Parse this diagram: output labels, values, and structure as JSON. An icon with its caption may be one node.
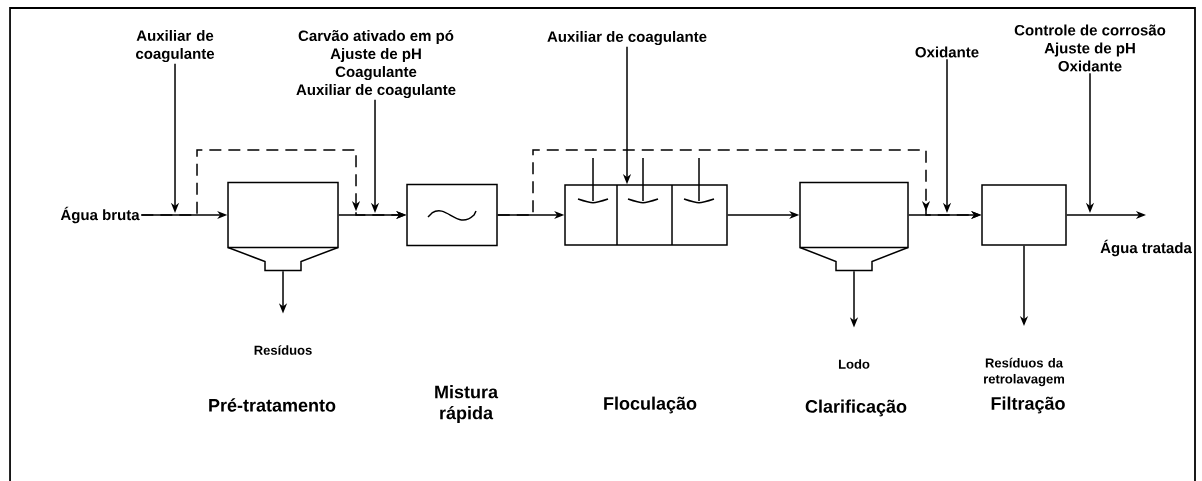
{
  "diagram": {
    "nodes": [
      {
        "text": [
          "Água bruta"
        ]
      },
      {
        "text": [],
        "shape": "box"
      },
      {
        "text": [],
        "shape": "box"
      },
      {
        "text": [],
        "shape": "box"
      },
      {
        "text": [],
        "shape": "box"
      },
      {
        "text": [],
        "shape": "box"
      },
      {
        "text": [
          "Água tratada"
        ]
      },
      {
        "text": [
          "Auxiliar de coagulante"
        ]
      },
      {
        "text": [
          "Carvão ativado em pó",
          "Ajuste de pH",
          "Coagulante",
          "Auxiliar de coagulante"
        ]
      },
      {
        "text": [
          "Auxiliar de coagulante"
        ]
      },
      {
        "text": [
          "Oxidante"
        ]
      },
      {
        "text": [
          "Controle de corrosão",
          "Ajuste de pH",
          "Oxidante"
        ]
      },
      {
        "text": [
          "Resíduos"
        ]
      },
      {
        "text": [
          "Lodo"
        ]
      },
      {
        "text": [
          "Resíduos da retrolavagem"
        ]
      }
    ],
    "edges": [
      {
        "from": 0,
        "to": 1,
        "arrow": "to"
      },
      {
        "from": 1,
        "to": 2,
        "arrow": "to"
      },
      {
        "from": 2,
        "to": 3,
        "arrow": "to"
      },
      {
        "from": 3,
        "to": 4,
        "arrow": "to"
      },
      {
        "from": 4,
        "to": 5,
        "arrow": "to"
      },
      {
        "from": 5,
        "to": 6,
        "arrow": "to"
      },
      {
        "from": 7,
        "to": null,
        "arrow": "to"
      },
      {
        "from": 8,
        "to": null,
        "arrow": "to"
      },
      {
        "from": 9,
        "to": 3,
        "arrow": "to"
      },
      {
        "from": 10,
        "to": null,
        "arrow": "to"
      },
      {
        "from": 11,
        "to": null,
        "arrow": "to"
      },
      {
        "from": 1,
        "to": 12,
        "arrow": "to"
      },
      {
        "from": 4,
        "to": 13,
        "arrow": "to"
      },
      {
        "from": 5,
        "to": 14,
        "arrow": "to"
      },
      {
        "from": 0,
        "to": 2,
        "arrow": "to",
        "style": "dashed"
      },
      {
        "from": 2,
        "to": 5,
        "arrow": "to",
        "style": "dashed"
      }
    ],
    "labels": [
      "Pré-tratamento",
      "Mistura rápida",
      "Floculação",
      "Clarificação",
      "Filtração"
    ]
  }
}
